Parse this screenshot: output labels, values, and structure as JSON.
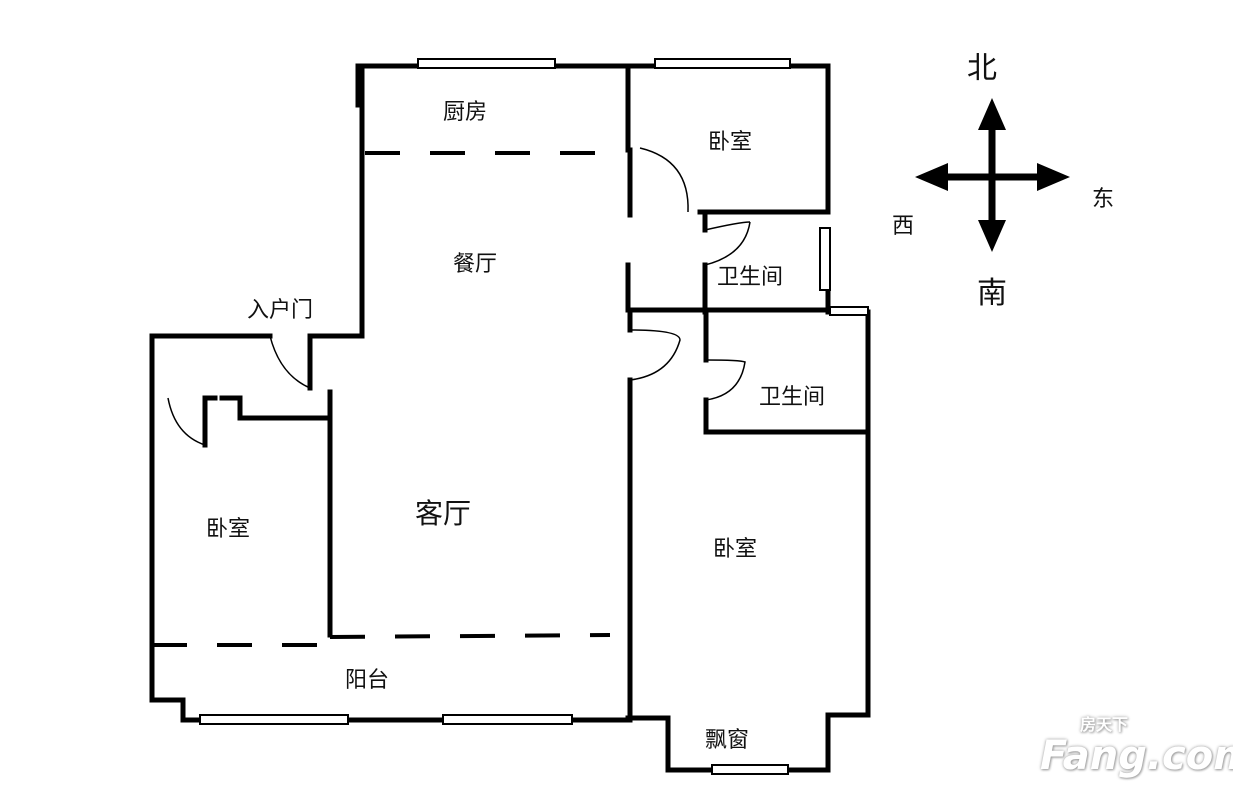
{
  "rooms": {
    "kitchen": "厨房",
    "bedroom_ne": "卧室",
    "dining": "餐厅",
    "bathroom_1": "卫生间",
    "entrance": "入户门",
    "bathroom_2": "卫生间",
    "bedroom_w": "卧室",
    "living": "客厅",
    "bedroom_se": "卧室",
    "balcony": "阳台",
    "bay_window": "飘窗"
  },
  "compass": {
    "north": "北",
    "east": "东",
    "west": "西",
    "south": "南"
  },
  "watermark": {
    "brand": "Fang.com",
    "brand_cn": "房天下"
  }
}
